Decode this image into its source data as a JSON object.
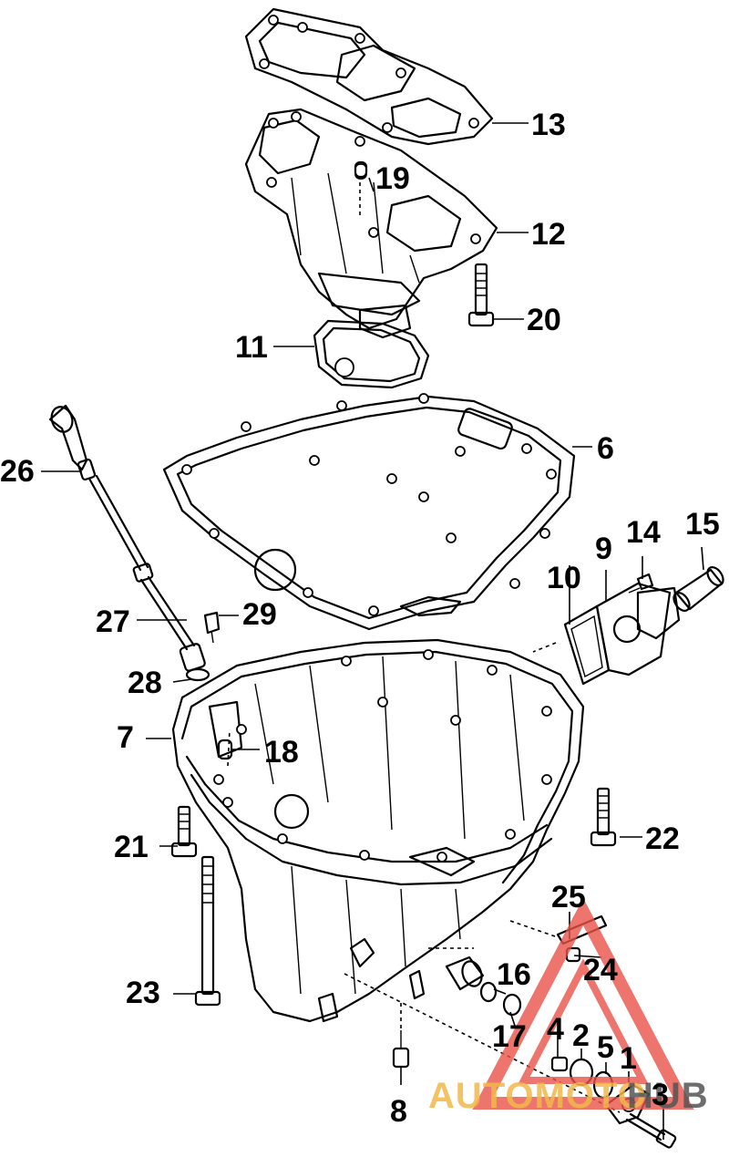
{
  "callouts": [
    {
      "id": "1",
      "label": "1"
    },
    {
      "id": "2",
      "label": "2"
    },
    {
      "id": "3",
      "label": "3"
    },
    {
      "id": "4",
      "label": "4"
    },
    {
      "id": "5",
      "label": "5"
    },
    {
      "id": "6",
      "label": "6"
    },
    {
      "id": "7",
      "label": "7"
    },
    {
      "id": "8",
      "label": "8"
    },
    {
      "id": "9",
      "label": "9"
    },
    {
      "id": "10",
      "label": "10"
    },
    {
      "id": "11",
      "label": "11"
    },
    {
      "id": "12",
      "label": "12"
    },
    {
      "id": "13",
      "label": "13"
    },
    {
      "id": "14",
      "label": "14"
    },
    {
      "id": "15",
      "label": "15"
    },
    {
      "id": "16",
      "label": "16"
    },
    {
      "id": "17",
      "label": "17"
    },
    {
      "id": "18",
      "label": "18"
    },
    {
      "id": "19",
      "label": "19"
    },
    {
      "id": "20",
      "label": "20"
    },
    {
      "id": "21",
      "label": "21"
    },
    {
      "id": "22",
      "label": "22"
    },
    {
      "id": "23",
      "label": "23"
    },
    {
      "id": "24",
      "label": "24"
    },
    {
      "id": "25",
      "label": "25"
    },
    {
      "id": "26",
      "label": "26"
    },
    {
      "id": "27",
      "label": "27"
    },
    {
      "id": "28",
      "label": "28"
    },
    {
      "id": "29",
      "label": "29"
    }
  ],
  "watermark": {
    "text_part1": "AUTOMOTO",
    "text_part2": "HUB",
    "color_accent": "#e8534a",
    "color_text1": "#f2b84a",
    "color_text2": "#555555"
  }
}
